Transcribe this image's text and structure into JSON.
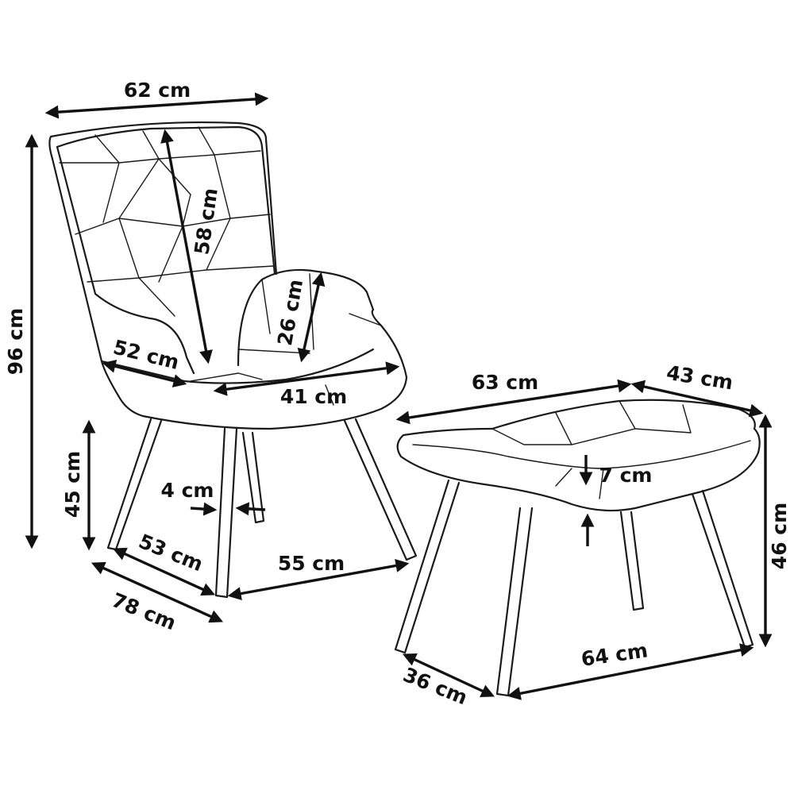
{
  "figure": {
    "colors": {
      "line": "#1a1a1a",
      "background": "#ffffff"
    }
  },
  "chair": {
    "width_label": "62 cm",
    "height_label": "96 cm",
    "backrest_label": "58 cm",
    "armrest_label": "26 cm",
    "seat_depth_label": "52 cm",
    "seat_width_label": "41 cm",
    "seat_height_label": "45 cm",
    "leg_label": "4 cm",
    "base_depth_label": "53 cm",
    "base_width_label": "55 cm",
    "total_depth_label": "78 cm"
  },
  "ottoman": {
    "width_label": "63 cm",
    "depth_label": "43 cm",
    "cushion_label": "7 cm",
    "height_label": "46 cm",
    "base_width_label": "64 cm",
    "base_depth_label": "36 cm"
  }
}
